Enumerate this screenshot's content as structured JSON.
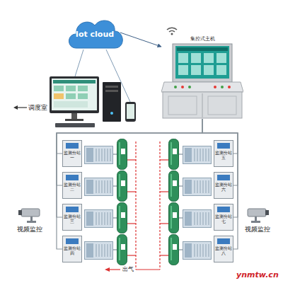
{
  "diagram": {
    "nodes": [
      {
        "text": [
          "Iot cloud"
        ]
      },
      {
        "text": [
          "集控式主机"
        ]
      },
      {
        "text": [
          "监测分站一"
        ]
      },
      {
        "text": [
          "监测分站二"
        ]
      },
      {
        "text": [
          "监测分站三"
        ]
      },
      {
        "text": [
          "监测分站四"
        ]
      },
      {
        "text": [
          "监测分站五"
        ]
      },
      {
        "text": [
          "监测分站六"
        ]
      },
      {
        "text": [
          "监测分站七"
        ]
      },
      {
        "text": [
          "监测分站八"
        ]
      }
    ],
    "edges": [
      {
        "from": 0,
        "to": 1,
        "arrow": "to"
      },
      {
        "from": 1,
        "to": 2,
        "arrow": "none"
      },
      {
        "from": 1,
        "to": 3,
        "arrow": "none"
      },
      {
        "from": 1,
        "to": 4,
        "arrow": "none"
      },
      {
        "from": 1,
        "to": 5,
        "arrow": "none"
      },
      {
        "from": 1,
        "to": 6,
        "arrow": "none"
      },
      {
        "from": 1,
        "to": 7,
        "arrow": "none"
      },
      {
        "from": 1,
        "to": 8,
        "arrow": "none"
      },
      {
        "from": 1,
        "to": 9,
        "arrow": "none"
      }
    ],
    "labels": [
      "调度室",
      "视频监控",
      "视频监控",
      "出气",
      "ynmtw.cn"
    ]
  }
}
